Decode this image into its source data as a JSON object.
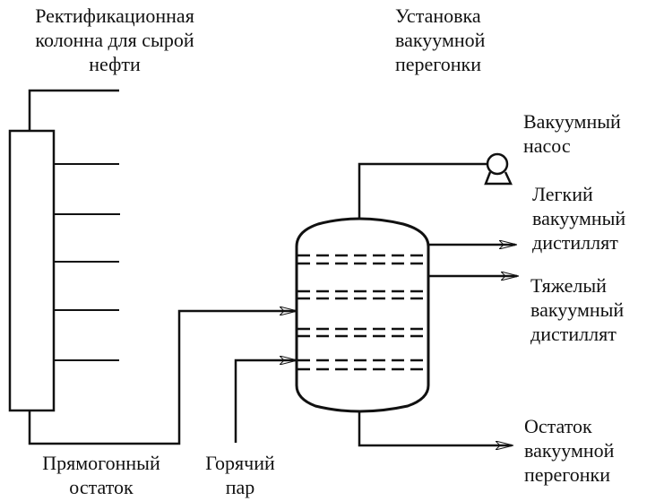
{
  "diagram": {
    "title": "Vacuum distillation unit schematic",
    "colors": {
      "line": "#111111",
      "background": "#ffffff"
    },
    "labels": {
      "crude_column": [
        "Ректификационная",
        "колонна для сырой",
        "нефти"
      ],
      "vacuum_unit": [
        "Установка",
        "вакуумной",
        "перегонки"
      ],
      "vacuum_pump": [
        "Вакуумный",
        "насос"
      ],
      "light_distillate": [
        "Легкий",
        "вакуумный",
        "дистиллят"
      ],
      "heavy_distillate": [
        "Тяжелый",
        "вакуумный",
        "дистиллят"
      ],
      "vacuum_residue": [
        "Остаток",
        "вакуумной",
        "перегонки"
      ],
      "straight_run_residue": [
        "Прямогонный",
        "остаток"
      ],
      "hot_steam": [
        "Горячий",
        "пар"
      ]
    },
    "components": [
      {
        "id": "crude-column",
        "type": "column",
        "side_draws": 6
      },
      {
        "id": "vacuum-vessel",
        "type": "vessel",
        "tray_pairs": 4
      },
      {
        "id": "vacuum-pump",
        "type": "pump"
      }
    ],
    "flows": [
      {
        "from": "crude-column-bottom",
        "to": "vacuum-vessel",
        "label": "straight_run_residue"
      },
      {
        "from": "hot-steam",
        "to": "vacuum-vessel",
        "label": "hot_steam"
      },
      {
        "from": "vacuum-vessel-top",
        "to": "vacuum-pump",
        "label": "vacuum_pump"
      },
      {
        "from": "vacuum-vessel",
        "to": "out",
        "label": "light_distillate"
      },
      {
        "from": "vacuum-vessel",
        "to": "out",
        "label": "heavy_distillate"
      },
      {
        "from": "vacuum-vessel-bottom",
        "to": "out",
        "label": "vacuum_residue"
      }
    ]
  }
}
